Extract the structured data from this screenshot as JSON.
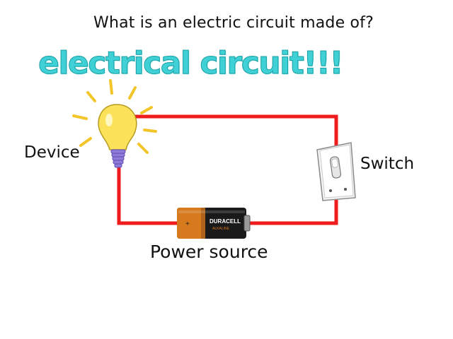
{
  "question": "What is an electric circuit made of?",
  "banner": "electrical circuit!!!",
  "labels": {
    "device": "Device",
    "switch": "Switch",
    "power_source": "Power source"
  },
  "battery": {
    "brand": "DURACELL",
    "subtext": "ALKALINE"
  },
  "colors": {
    "wire": "#ee1c1c",
    "banner": "#3fd1d6",
    "bulb": "#fbe25a",
    "battery_top": "#d77a1d",
    "battery_body": "#1a1a1a"
  },
  "icons": [
    "light-bulb-icon",
    "switch-icon",
    "battery-icon"
  ]
}
